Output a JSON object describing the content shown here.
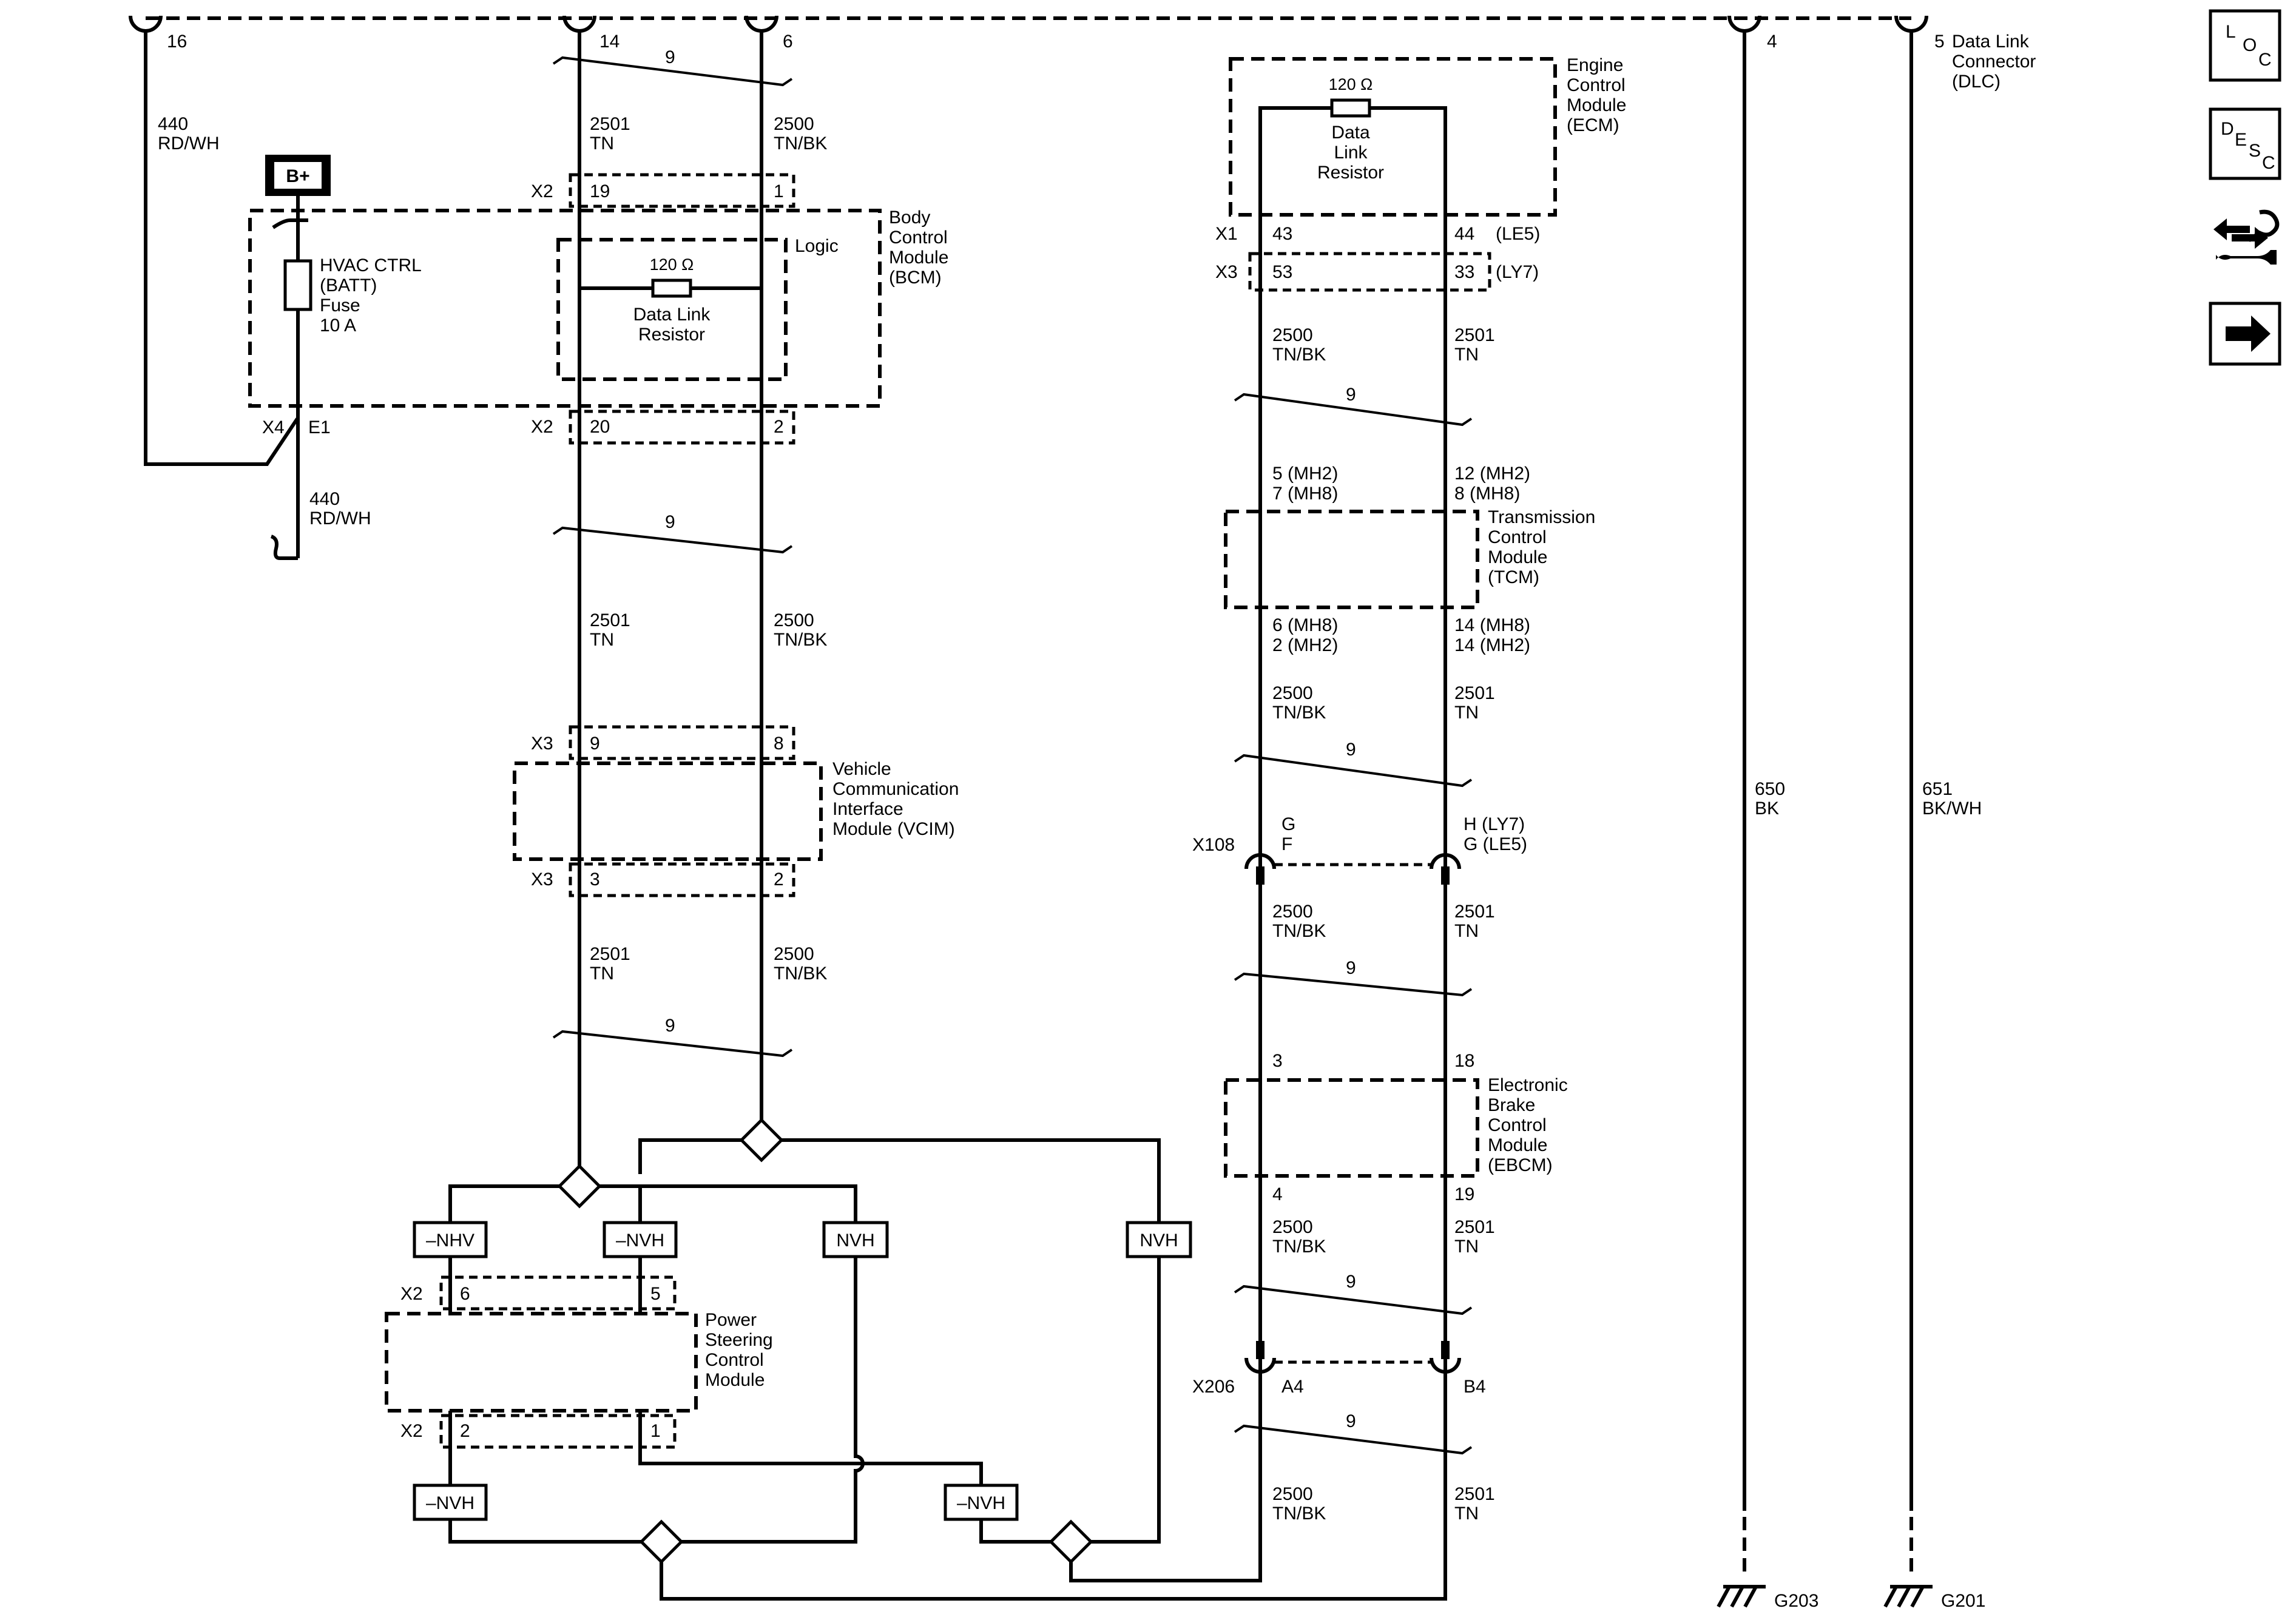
{
  "dlc": {
    "top_pins": [
      "16",
      "14",
      "6",
      "4",
      "5"
    ],
    "title": [
      "Data Link",
      "Connector",
      "(DLC)"
    ]
  },
  "power_feed": {
    "wire": [
      "440",
      "RD/WH"
    ],
    "lower_wire": [
      "440",
      "RD/WH"
    ],
    "battery": "B+",
    "fuse": [
      "HVAC CTRL",
      "(BATT)",
      "Fuse",
      "10 A"
    ],
    "x4": "X4",
    "e1": "E1"
  },
  "bcm": {
    "title": [
      "Body",
      "Control",
      "Module",
      "(BCM)"
    ],
    "logic": "Logic",
    "resistor_value": "120 Ω",
    "resistor_name": [
      "Data Link",
      "Resistor"
    ],
    "conn_top": "X2",
    "conn_top_pins": [
      "19",
      "1"
    ],
    "conn_bot": "X2",
    "conn_bot_pins": [
      "20",
      "2"
    ]
  },
  "wires": {
    "twist": "9",
    "tn": [
      "2501",
      "TN"
    ],
    "tnbk": [
      "2500",
      "TN/BK"
    ]
  },
  "vcim": {
    "title": [
      "Vehicle",
      "Communication",
      "Interface",
      "Module (VCIM)"
    ],
    "conn_top": "X3",
    "conn_top_pins": [
      "9",
      "8"
    ],
    "conn_bot": "X3",
    "conn_bot_pins": [
      "3",
      "2"
    ]
  },
  "pscm": {
    "title": [
      "Power",
      "Steering",
      "Control",
      "Module"
    ],
    "conn_top": "X2",
    "conn_top_pins": [
      "6",
      "5"
    ],
    "conn_bot": "X2",
    "conn_bot_pins": [
      "2",
      "1"
    ]
  },
  "option_boxes": {
    "nhv": "–NHV",
    "not_nvh": "–NVH",
    "nvh": "NVH"
  },
  "ecm": {
    "title": [
      "Engine",
      "Control",
      "Module",
      "(ECM)"
    ],
    "resistor_value": "120 Ω",
    "resistor_name": [
      "Data",
      "Link",
      "Resistor"
    ],
    "x1": "X1",
    "x1_pins": [
      "43",
      "44"
    ],
    "x1_note": "(LE5)",
    "x3": "X3",
    "x3_pins": [
      "53",
      "33"
    ],
    "x3_note": "(LY7)"
  },
  "tcm": {
    "title": [
      "Transmission",
      "Control",
      "Module",
      "(TCM)"
    ],
    "top_left_pins": [
      "5 (MH2)",
      "7 (MH8)"
    ],
    "top_right_pins": [
      "12 (MH2)",
      "8 (MH8)"
    ],
    "bot_left_pins": [
      "6 (MH8)",
      "2 (MH2)"
    ],
    "bot_right_pins": [
      "14 (MH8)",
      "14 (MH2)"
    ]
  },
  "x108": {
    "name": "X108",
    "left_pins": [
      "G",
      "F"
    ],
    "right_pins": [
      "H (LY7)",
      "G (LE5)"
    ]
  },
  "ebcm": {
    "title": [
      "Electronic",
      "Brake",
      "Control",
      "Module",
      "(EBCM)"
    ],
    "top_pins": [
      "3",
      "18"
    ],
    "bot_pins": [
      "4",
      "19"
    ]
  },
  "x206": {
    "name": "X206",
    "pins": [
      "A4",
      "B4"
    ]
  },
  "grounds": {
    "g203_wire": [
      "650",
      "BK"
    ],
    "g201_wire": [
      "651",
      "BK/WH"
    ],
    "g203": "G203",
    "g201": "G201"
  },
  "nav": {
    "loc": [
      "L",
      "O",
      "C"
    ],
    "desc": [
      "D",
      "E",
      "S",
      "C"
    ]
  }
}
